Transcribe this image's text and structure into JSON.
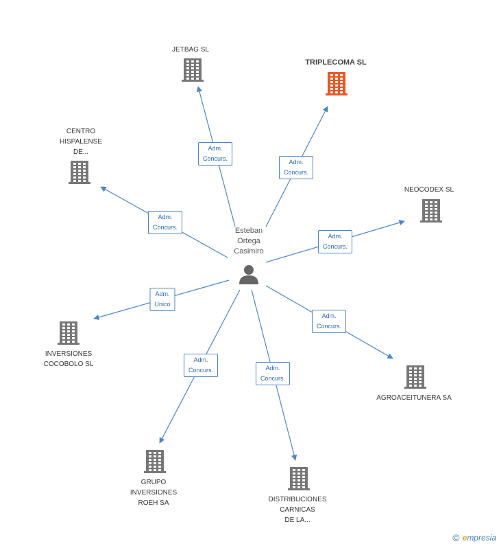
{
  "center": {
    "name_lines": [
      "Esteban",
      "Ortega",
      "Casimiro"
    ],
    "icon": "person-icon"
  },
  "nodes": [
    {
      "id": "jetbag",
      "lines": [
        "JETBAG SL"
      ],
      "color": "#777777",
      "icon": "building-icon"
    },
    {
      "id": "triplecoma",
      "lines": [
        "TRIPLECOMA SL"
      ],
      "color": "#ee5522",
      "focus": true,
      "icon": "building-icon"
    },
    {
      "id": "centro",
      "lines": [
        "CENTRO",
        "HISPALENSE",
        "DE..."
      ],
      "color": "#777777",
      "icon": "building-icon"
    },
    {
      "id": "neocodex",
      "lines": [
        "NEOCODEX SL"
      ],
      "color": "#777777",
      "icon": "building-icon"
    },
    {
      "id": "inversiones-cocobolo",
      "lines": [
        "INVERSIONES",
        "COCOBOLO SL"
      ],
      "color": "#777777",
      "icon": "building-icon"
    },
    {
      "id": "agroaceitunera",
      "lines": [
        "AGROACEITUNERA SA"
      ],
      "color": "#777777",
      "icon": "building-icon"
    },
    {
      "id": "grupo-roeh",
      "lines": [
        "GRUPO",
        "INVERSIONES",
        "ROEH SA"
      ],
      "color": "#777777",
      "icon": "building-icon"
    },
    {
      "id": "distribuciones",
      "lines": [
        "DISTRIBUCIONES",
        "CARNICAS",
        "DE LA..."
      ],
      "color": "#777777",
      "icon": "building-icon"
    }
  ],
  "edges": [
    {
      "to": "jetbag",
      "label_lines": [
        "Adm.",
        "Concurs."
      ]
    },
    {
      "to": "triplecoma",
      "label_lines": [
        "Adm.",
        "Concurs."
      ]
    },
    {
      "to": "centro",
      "label_lines": [
        "Adm.",
        "Concurs."
      ]
    },
    {
      "to": "neocodex",
      "label_lines": [
        "Adm.",
        "Concurs."
      ]
    },
    {
      "to": "inversiones-cocobolo",
      "label_lines": [
        "Adm.",
        "Unico"
      ]
    },
    {
      "to": "agroaceitunera",
      "label_lines": [
        "Adm.",
        "Concurs."
      ]
    },
    {
      "to": "grupo-roeh",
      "label_lines": [
        "Adm.",
        "Concurs."
      ]
    },
    {
      "to": "distribuciones",
      "label_lines": [
        "Adm.",
        "Concurs."
      ]
    }
  ],
  "colors": {
    "edge": "#4a86c8",
    "building": "#777777",
    "highlight": "#ee5522"
  },
  "footer": {
    "copyright": "©",
    "brand_initial": "e",
    "brand_rest": "mpresia"
  }
}
